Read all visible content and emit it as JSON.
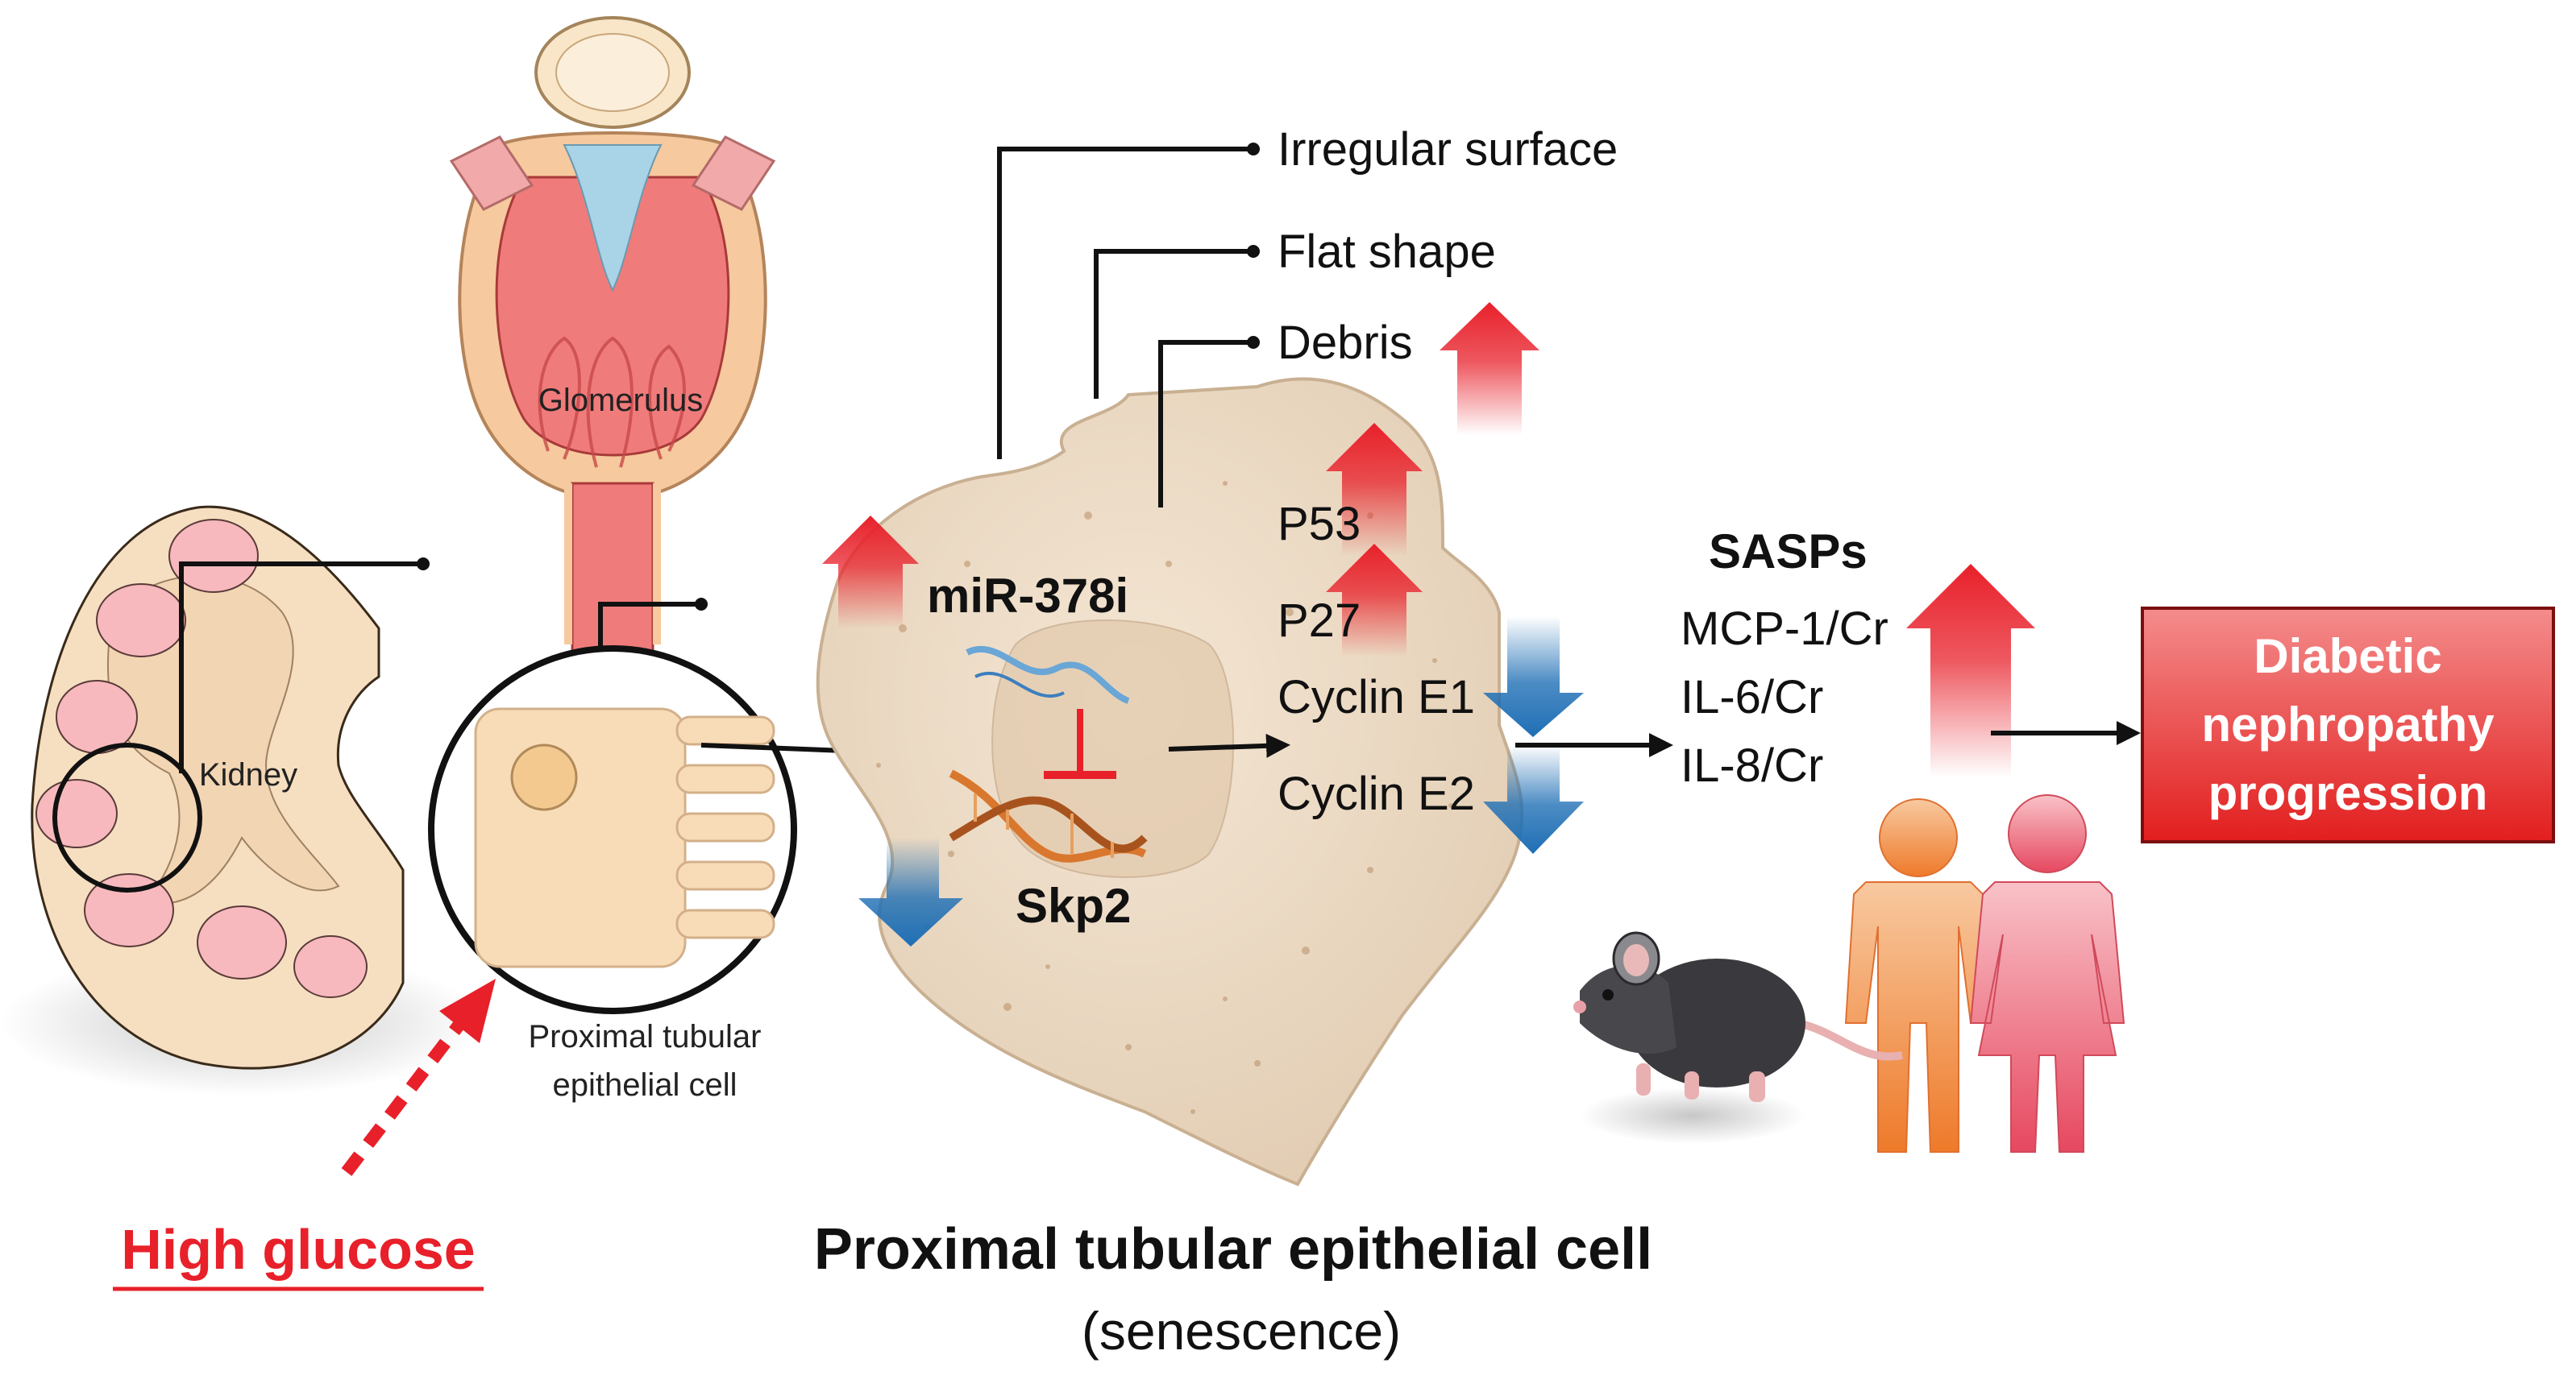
{
  "labels": {
    "glomerulus": "Glomerulus",
    "kidney": "Kidney",
    "ptec_small": [
      "Proximal tubular",
      "epithelial cell"
    ],
    "high_glucose": "High glucose",
    "main_title": "Proximal tubular epithelial cell",
    "main_subtitle": "(senescence)",
    "mirna": "miR-378i",
    "skp2": "Skp2"
  },
  "morphology": [
    "Irregular surface",
    "Flat shape",
    "Debris"
  ],
  "markers": [
    "P53",
    "P27",
    "Cyclin E1",
    "Cyclin E2"
  ],
  "sasps": {
    "title": "SASPs",
    "items": [
      "MCP-1/Cr",
      "IL-6/Cr",
      "IL-8/Cr"
    ]
  },
  "outcome": [
    "Diabetic",
    "nephropathy",
    "progression"
  ],
  "colors": {
    "up_arrow": "#e8202a",
    "down_arrow": "#1f6fb5",
    "high_glucose": "#e8202a",
    "outcome_box": "#e62a2a",
    "cell_fill": "#e9d8c4",
    "kidney_fill": "#f6dfc0",
    "glomerulus_fill": "#f07b7b"
  }
}
